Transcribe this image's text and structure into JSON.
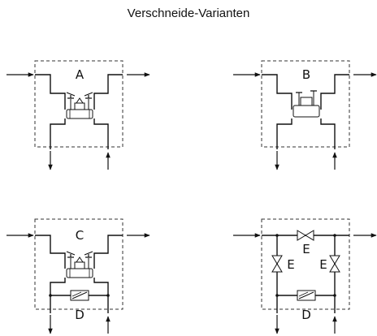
{
  "title": "Verschneide-Varianten",
  "labels": {
    "a": "A",
    "b": "B",
    "c": "C",
    "d_c": "D",
    "e_top": "E",
    "e_left": "E",
    "e_right": "E",
    "d_e": "D"
  }
}
